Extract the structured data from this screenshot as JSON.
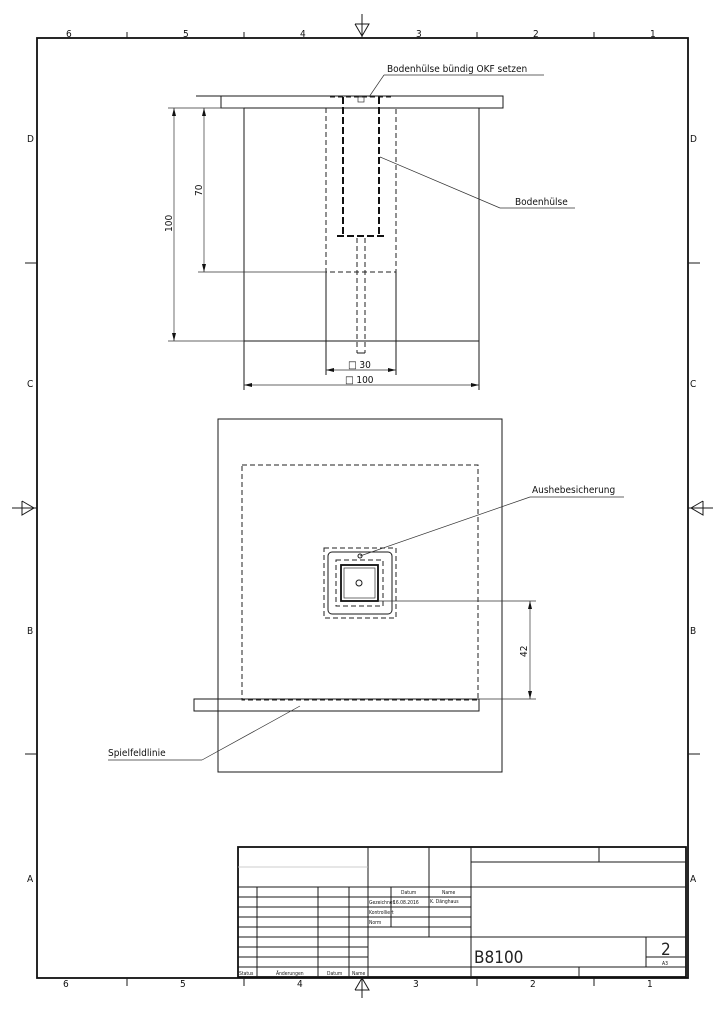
{
  "frame": {
    "columns": [
      "6",
      "5",
      "4",
      "3",
      "2",
      "1"
    ],
    "rows": [
      "D",
      "C",
      "B",
      "A"
    ]
  },
  "front_view": {
    "label_top": "Bodenhülse bündig OKF setzen",
    "label_sleeve": "Bodenhülse",
    "dim_height_total": "100",
    "dim_height_sleeve": "70",
    "dim_width_inner": "□ 30",
    "dim_width_outer": "□ 100"
  },
  "top_view": {
    "label_lock": "Aushebesicherung",
    "label_line": "Spielfeldlinie",
    "dim_offset": "42"
  },
  "title_block": {
    "header_datum": "Datum",
    "header_name": "Name",
    "row_gezeichnet": "Gezeichnet",
    "row_kontrolliert": "Kontrolliert",
    "row_norm": "Norm",
    "date": "16.08.2016",
    "author": "K. Dänghaus",
    "drawing_number": "B8100",
    "sheet": "2",
    "format": "A3",
    "rev_status": "Status",
    "rev_changes": "Änderungen",
    "rev_date": "Datum",
    "rev_name": "Name"
  }
}
